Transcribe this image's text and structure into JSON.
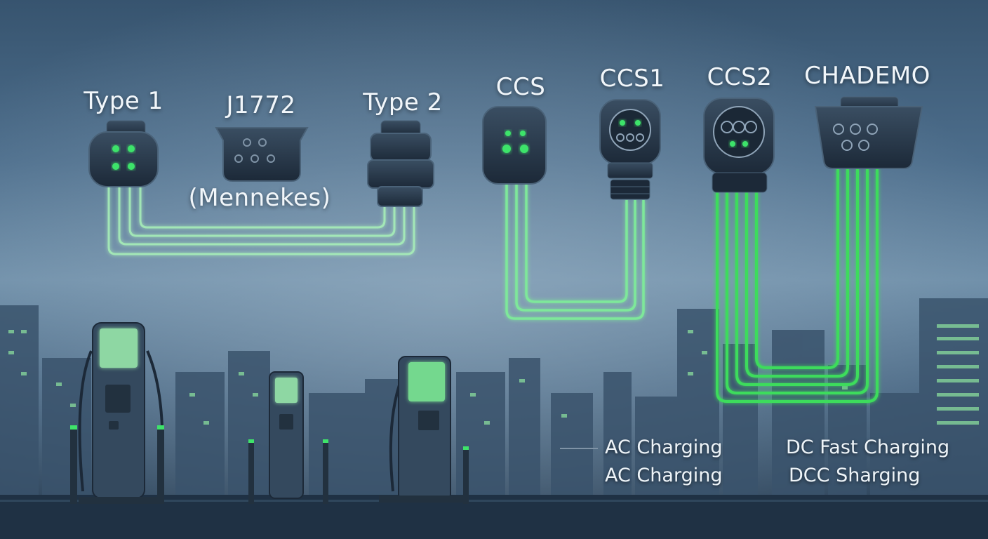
{
  "connectors": {
    "type1": "Type 1",
    "j1772": "J1772",
    "mennekes": "(Mennekes)",
    "type2": "Type 2",
    "ccs": "CCS",
    "ccs1": "CCS1",
    "ccs2": "CCS2",
    "chademo": "CHADEMO"
  },
  "legend": {
    "item1": "AC Charging",
    "item2": "DC Fast Charging",
    "item3": "AC Charging",
    "item4": "DCC Sharging"
  },
  "colors": {
    "ac_line": "#a8f0b8",
    "dc_line": "#3ddc5c",
    "connector_body": "#2a3a4a",
    "pin_glow": "#3ee36a"
  }
}
